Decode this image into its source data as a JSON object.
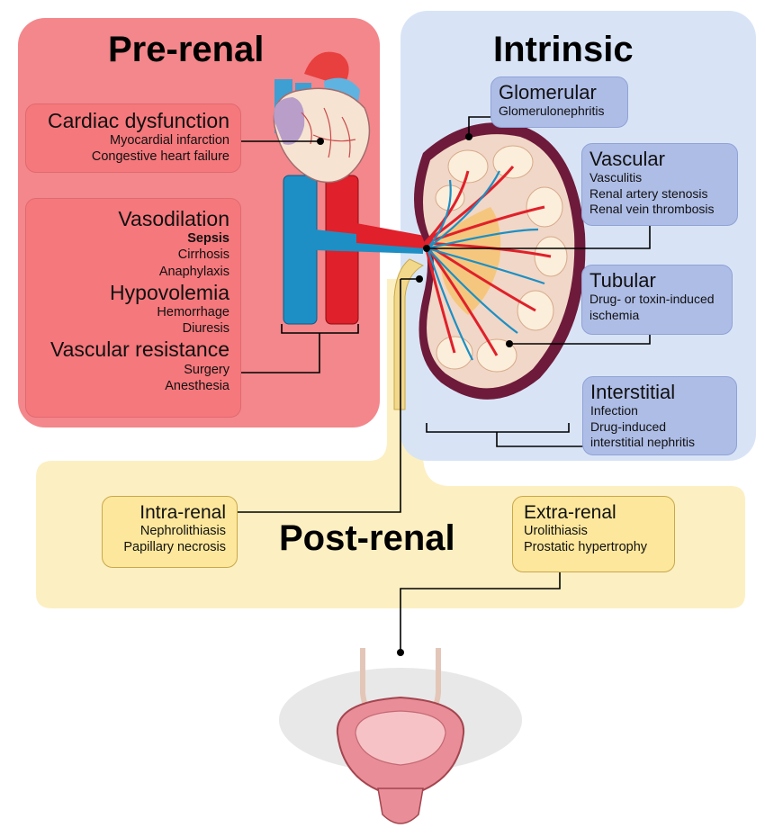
{
  "prerenal": {
    "title": "Pre-renal",
    "cardiac": {
      "heading": "Cardiac dysfunction",
      "items": [
        "Myocardial infarction",
        "Congestive heart failure"
      ]
    },
    "vasodilation": {
      "heading": "Vasodilation",
      "items": [
        "Sepsis",
        "Cirrhosis",
        "Anaphylaxis"
      ]
    },
    "hypovolemia": {
      "heading": "Hypovolemia",
      "items": [
        "Hemorrhage",
        "Diuresis"
      ]
    },
    "resistance": {
      "heading": "Vascular resistance",
      "items": [
        "Surgery",
        "Anesthesia"
      ]
    }
  },
  "intrinsic": {
    "title": "Intrinsic",
    "glomerular": {
      "heading": "Glomerular",
      "items": [
        "Glomerulonephritis"
      ]
    },
    "vascular": {
      "heading": "Vascular",
      "items": [
        "Vasculitis",
        "Renal artery stenosis",
        "Renal vein thrombosis"
      ]
    },
    "tubular": {
      "heading": "Tubular",
      "items": [
        "Drug- or toxin-induced",
        "ischemia"
      ]
    },
    "interstitial": {
      "heading": "Interstitial",
      "items": [
        "Infection",
        "Drug-induced",
        "interstitial nephritis"
      ]
    }
  },
  "postrenal": {
    "title": "Post-renal",
    "intra": {
      "heading": "Intra-renal",
      "items": [
        "Nephrolithiasis",
        "Papillary necrosis"
      ]
    },
    "extra": {
      "heading": "Extra-renal",
      "items": [
        "Urolithiasis",
        "Prostatic hypertrophy"
      ]
    }
  },
  "colors": {
    "prerenal_bg": "#f3878b",
    "intrinsic_bg": "#d6e3f5",
    "postrenal_bg": "#fcefc2",
    "artery": "#e0202a",
    "vein": "#1d8fc4"
  }
}
